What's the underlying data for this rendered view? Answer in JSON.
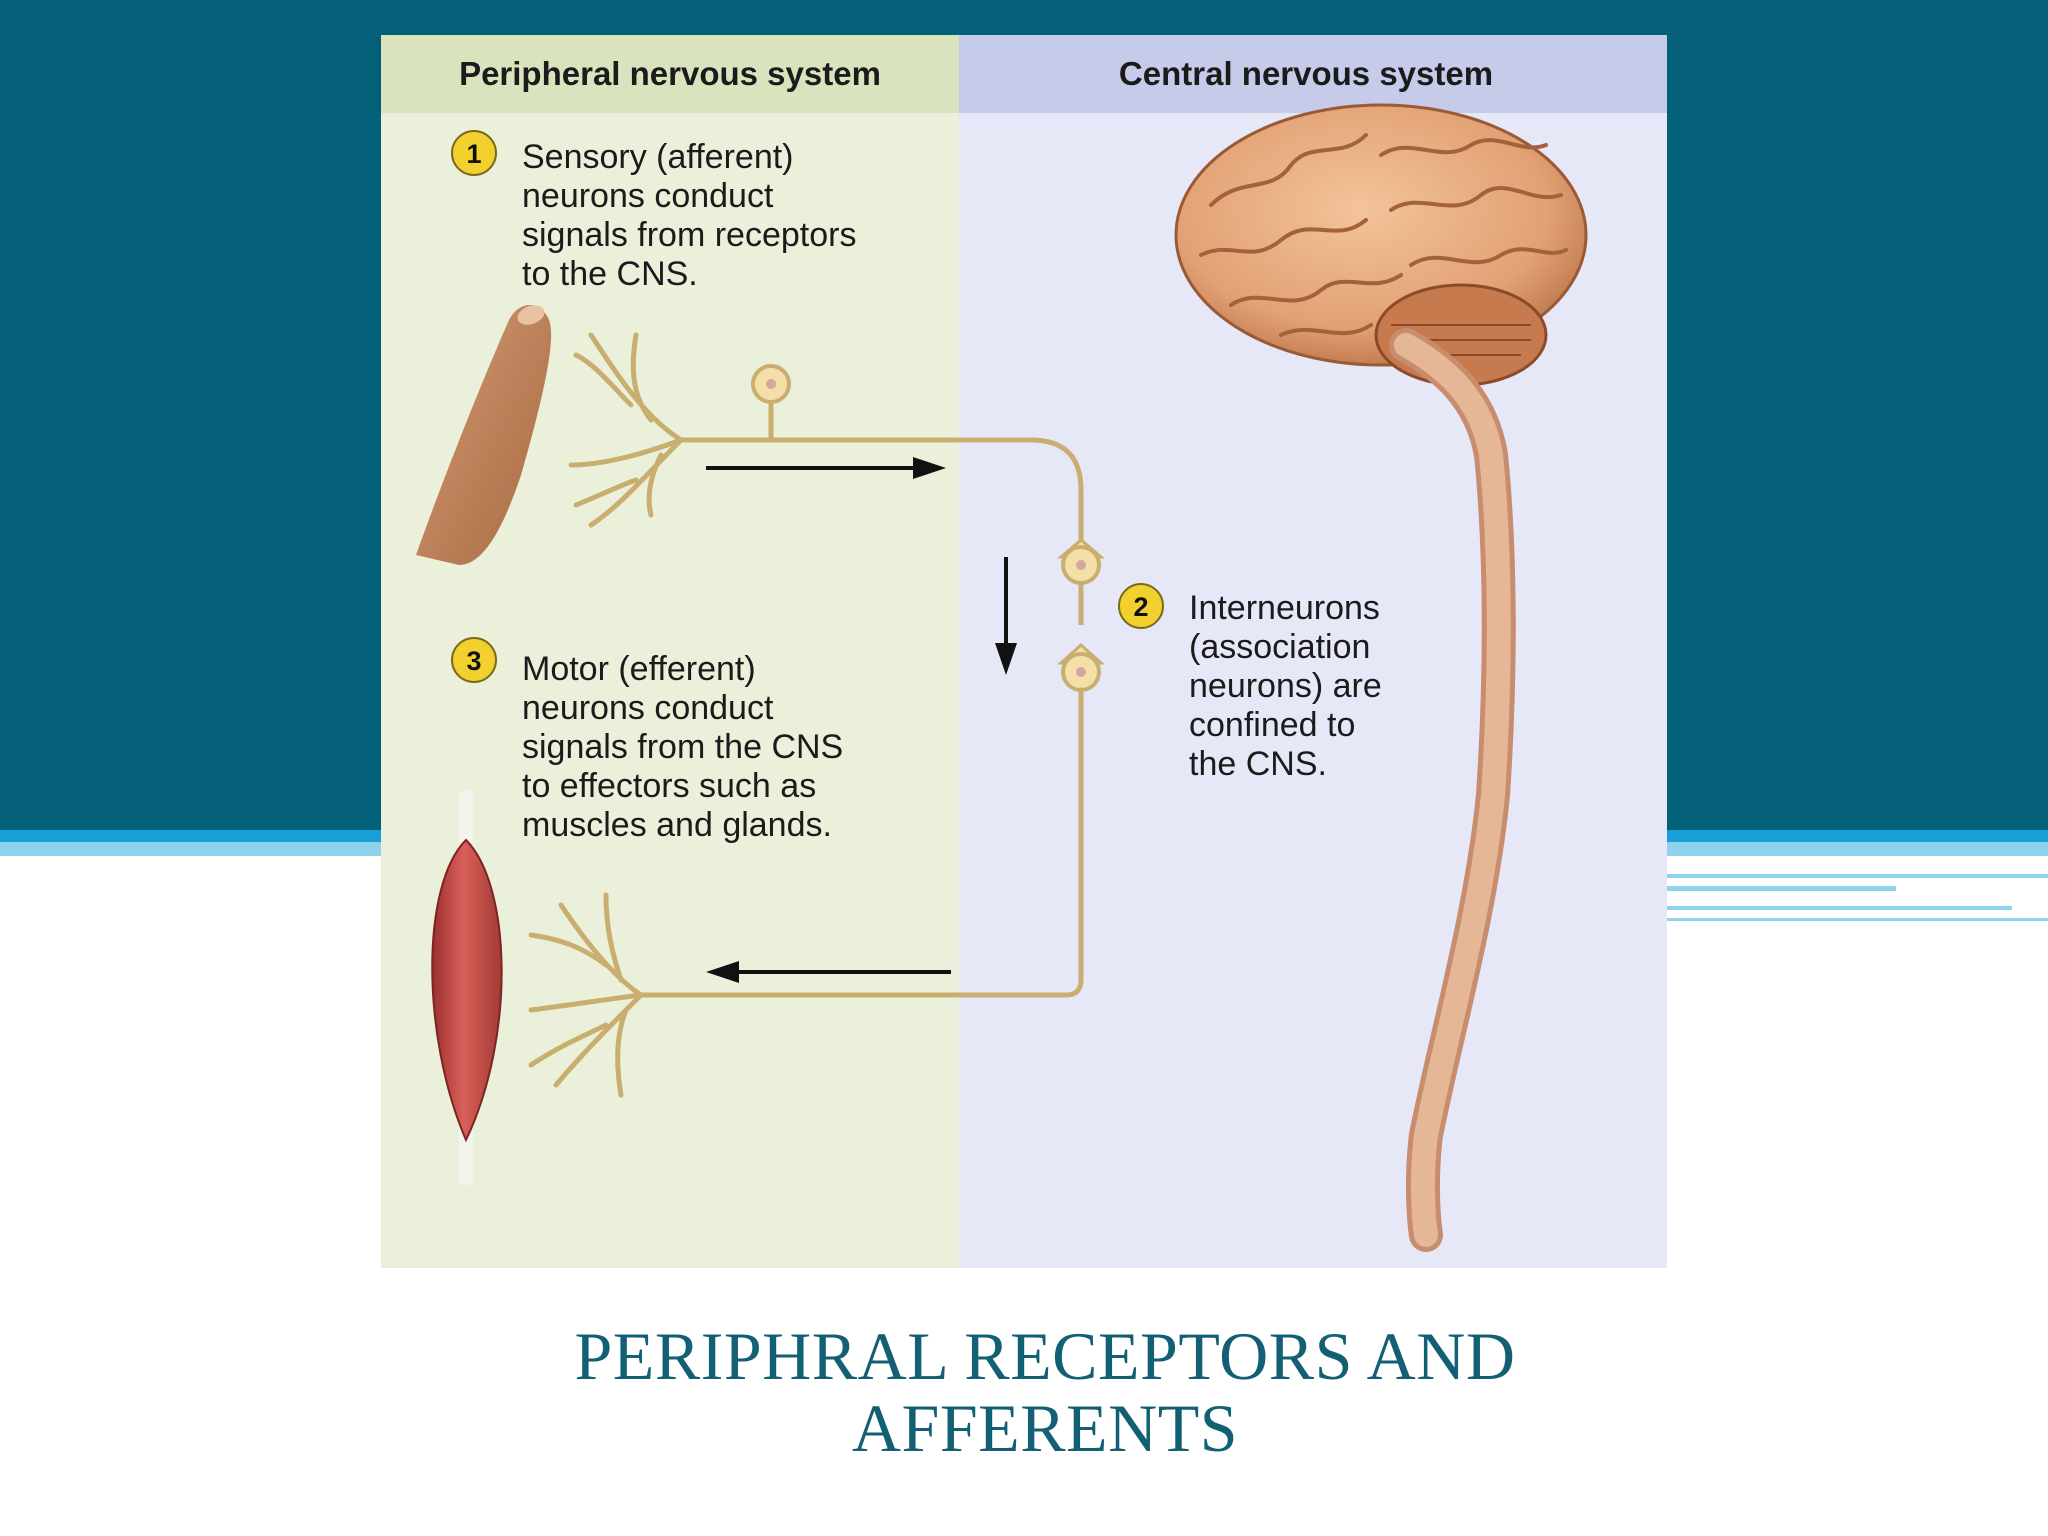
{
  "slide": {
    "title_lines": [
      "PERIPHRAL RECEPTORS AND",
      "AFFERENTS"
    ],
    "colors": {
      "band": "#045f78",
      "title": "#135f73",
      "stripe_light": "#8fd2ee",
      "stripe_mid": "#1aa0d8"
    }
  },
  "diagram": {
    "pns_header": "Peripheral nervous system",
    "cns_header": "Central nervous system",
    "steps": [
      {
        "number": "1",
        "lines": [
          "Sensory (afferent)",
          "neurons conduct",
          "signals from receptors",
          "to the CNS."
        ]
      },
      {
        "number": "2",
        "lines": [
          "Interneurons",
          "(association",
          "neurons) are",
          "confined to",
          "the CNS."
        ]
      },
      {
        "number": "3",
        "lines": [
          "Motor (efferent)",
          "neurons conduct",
          "signals from the CNS",
          "to effectors such as",
          "muscles and glands."
        ]
      }
    ],
    "colors": {
      "pns_bg": "#eaf0da",
      "pns_header_bg": "#d9e4be",
      "cns_bg": "#e6e8f8",
      "cns_header_bg": "#c5cbe9",
      "nerve": "#c9ae70",
      "badge": "#f2d12e",
      "brain": "#e5a878",
      "cord": "#e6b797"
    },
    "icons": [
      "finger-icon",
      "sensory-neuron-icon",
      "interneuron-icon",
      "motor-neuron-icon",
      "muscle-icon",
      "brain-icon",
      "spinal-cord-icon",
      "arrow-icon"
    ]
  }
}
